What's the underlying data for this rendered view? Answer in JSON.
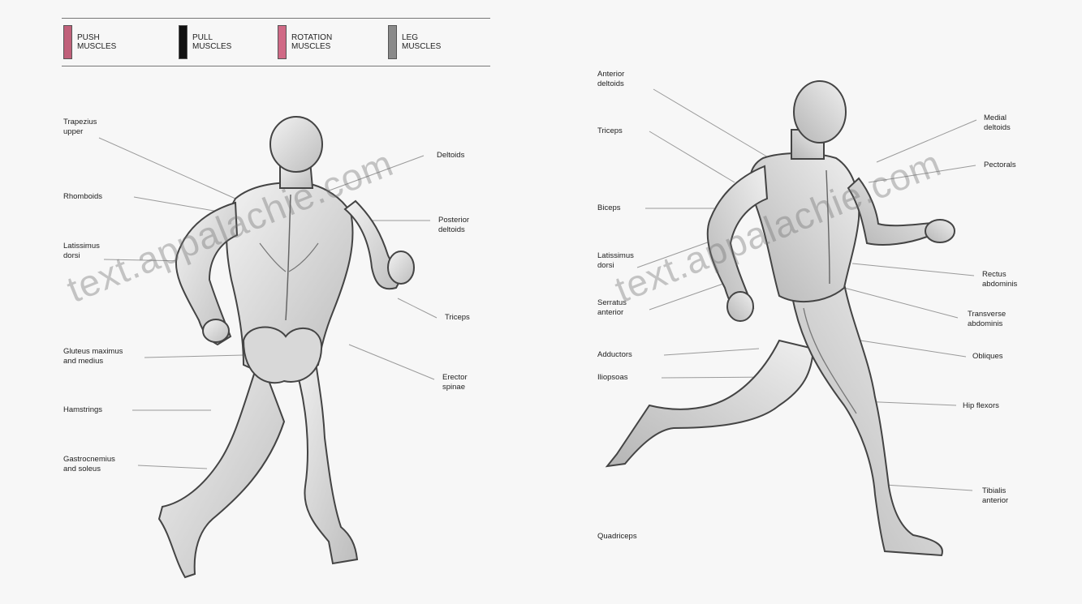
{
  "legend": [
    {
      "label": "PUSH MUSCLES",
      "color": "#c0607a"
    },
    {
      "label": "PULL MUSCLES",
      "color": "#111111"
    },
    {
      "label": "ROTATION MUSCLES",
      "color": "#d06a86"
    },
    {
      "label": "LEG MUSCLES",
      "color": "#8a8a8a"
    }
  ],
  "back_labels": {
    "trapezius": "Trapezius\nupper",
    "rhomboids": "Rhomboids",
    "lats": "Latissimus\ndorsi",
    "glutes": "Gluteus maximus\nand medius",
    "hamstrings": "Hamstrings",
    "gastroc": "Gastrocnemius\nand soleus",
    "deltoid_top": "Deltoids",
    "posterior_deltoids": "Posterior\ndeltoids",
    "triceps": "Triceps",
    "erector": "Erector\nspinae"
  },
  "front_labels": {
    "anterior_deltoids": "Anterior\ndeltoids",
    "triceps": "Triceps",
    "biceps": "Biceps",
    "lats": "Latissimus\ndorsi",
    "serratus": "Serratus\nanterior",
    "adductors": "Adductors",
    "iliopsoas": "Iliopsoas",
    "quadriceps": "Quadriceps",
    "medial_deltoids": "Medial\ndeltoids",
    "pectorals": "Pectorals",
    "rectus_abdominis": "Rectus\nabdominis",
    "transverse_abdominis": "Transverse\nabdominis",
    "obliques": "Obliques",
    "hip_flexors": "Hip flexors",
    "tibialis_anterior": "Tibialis\nanterior"
  },
  "watermark": "text.appalachie.com"
}
